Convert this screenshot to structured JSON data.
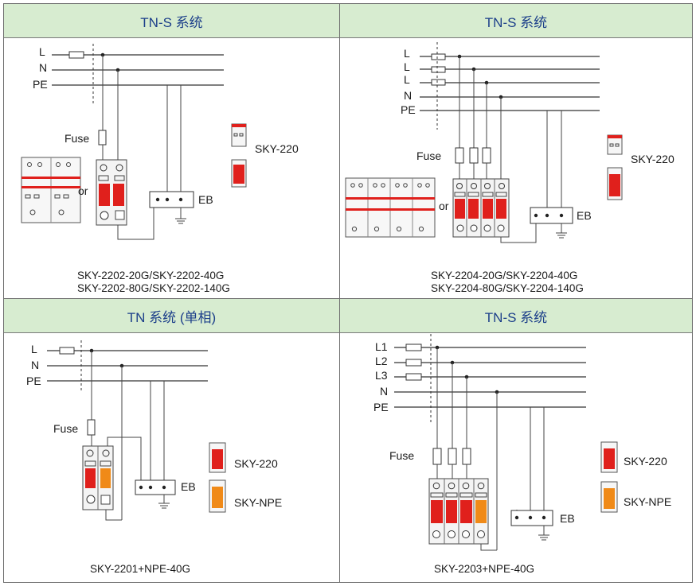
{
  "panels": [
    {
      "title": "TN-S 系统",
      "line_labels": [
        "L",
        "N",
        "PE"
      ],
      "fuse_label": "Fuse",
      "or_label": "or",
      "eb_label": "EB",
      "legend": [
        "SKY-220"
      ],
      "models": [
        "SKY-2202-20G/SKY-2202-40G",
        "SKY-2202-80G/SKY-2202-140G"
      ]
    },
    {
      "title": "TN-S 系统",
      "line_labels": [
        "L",
        "L",
        "L",
        "N",
        "PE"
      ],
      "fuse_label": "Fuse",
      "or_label": "or",
      "eb_label": "EB",
      "legend": [
        "SKY-220"
      ],
      "models": [
        "SKY-2204-20G/SKY-2204-40G",
        "SKY-2204-80G/SKY-2204-140G"
      ]
    },
    {
      "title": "TN 系统 (单相)",
      "line_labels": [
        "L",
        "N",
        "PE"
      ],
      "fuse_label": "Fuse",
      "eb_label": "EB",
      "legend": [
        "SKY-220",
        "SKY-NPE"
      ],
      "models": [
        "SKY-2201+NPE-40G"
      ]
    },
    {
      "title": "TN-S 系统",
      "line_labels": [
        "L1",
        "L2",
        "L3",
        "N",
        "PE"
      ],
      "fuse_label": "Fuse",
      "eb_label": "EB",
      "legend": [
        "SKY-220",
        "SKY-NPE"
      ],
      "models": [
        "SKY-2203+NPE-40G"
      ]
    }
  ],
  "colors": {
    "header_bg": "#d7ecd0",
    "title_text": "#1c3f8a",
    "module_red": "#e0201c",
    "module_orange": "#f08a18"
  }
}
